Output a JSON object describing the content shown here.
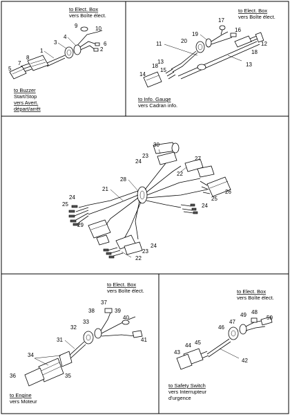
{
  "panels": {
    "top_left": {
      "dest_en": "to Elect. Box",
      "dest_fr": "vers Boîte élect.",
      "src_en": "to Buzzer",
      "src_lines": [
        "Start/Stop",
        "vers Avert.",
        "départ/arrêt"
      ],
      "labels": [
        "1",
        "2",
        "3",
        "4",
        "5",
        "6",
        "7",
        "8",
        "9",
        "10"
      ]
    },
    "top_right": {
      "dest_en": "to Elect. Box",
      "dest_fr": "vers Boîte élect.",
      "src_en": "to Info. Gauge",
      "src_fr": "vers Cadran info.",
      "labels": [
        "11",
        "12",
        "13",
        "14",
        "15",
        "16",
        "17",
        "18",
        "18",
        "19",
        "20",
        "13"
      ]
    },
    "middle": {
      "labels": [
        "30",
        "23",
        "24",
        "27",
        "28",
        "22",
        "21",
        "26",
        "25",
        "24",
        "24",
        "25",
        "29",
        "23",
        "24",
        "22"
      ]
    },
    "bottom_left": {
      "dest_en": "to Elect. Box",
      "dest_fr": "vers Boîte élect.",
      "src_en": "to Engine",
      "src_fr": "vers Moteur",
      "labels": [
        "37",
        "38",
        "39",
        "40",
        "33",
        "32",
        "41",
        "31",
        "34",
        "35",
        "36"
      ]
    },
    "bottom_right": {
      "dest_en": "to Elect. Box",
      "dest_fr": "vers Boîte élect.",
      "src_en": "to Safety Switch",
      "src_lines": [
        "vers Interrupteur",
        "d'urgence"
      ],
      "labels": [
        "48",
        "49",
        "50",
        "47",
        "46",
        "45",
        "44",
        "43",
        "42"
      ]
    }
  }
}
